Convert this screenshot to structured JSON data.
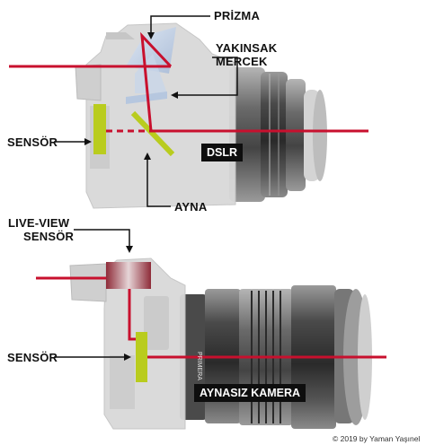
{
  "labels": {
    "prizma": "PRİZMA",
    "lens_line1": "YAKINSAK",
    "lens_line2": "MERCEK",
    "sensor_top": "SENSÖR",
    "ayna": "AYNA",
    "dslr": "DSLR",
    "liveview_line1": "LIVE-VIEW",
    "liveview_line2": "SENSÖR",
    "sensor_bottom": "SENSÖR",
    "mirrorless": "AYNASIZ KAMERA",
    "lens_small_text": "PRIMERA"
  },
  "credit": "© 2019 by Yaman Yaşınel",
  "colors": {
    "light_ray": "#c8102e",
    "sensor": "#b9cc1e",
    "camera_body": "#d9d9d9",
    "lens_barrel": "#3a3a3a",
    "tag_bg": "#0e0e0e"
  }
}
